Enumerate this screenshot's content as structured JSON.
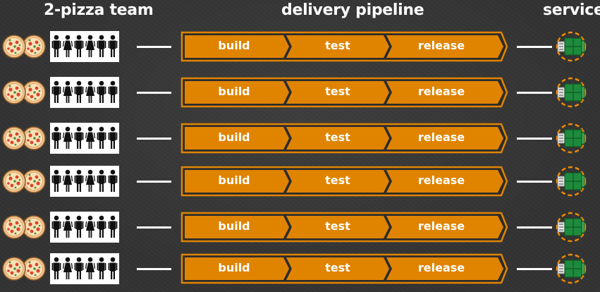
{
  "headers": {
    "team": "2-pizza team",
    "pipeline": "delivery pipeline",
    "service": "service"
  },
  "stages": {
    "build": "build",
    "test": "test",
    "release": "release"
  },
  "row_count": 6,
  "colors": {
    "background": "#333333",
    "pipeline_orange": "#e08400",
    "connector": "#ffffff",
    "service_ring": "#f08a00",
    "service_green": "#1e8a3c"
  },
  "icons": [
    "pizza-icon",
    "people-icon",
    "service-icon"
  ]
}
